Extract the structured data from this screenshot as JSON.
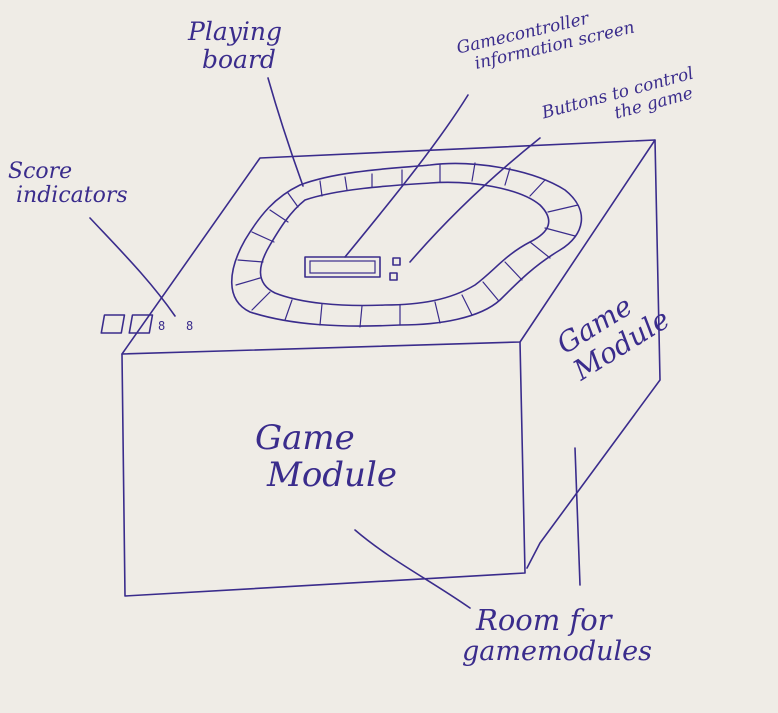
{
  "labels": {
    "playing_board_1": "Playing",
    "playing_board_2": "board",
    "gamecontroller_1": "Gamecontroller",
    "gamecontroller_2": "information screen",
    "buttons_1": "Buttons to control",
    "buttons_2": "the game",
    "score_1": "Score",
    "score_2": "indicators",
    "front_module_1": "Game",
    "front_module_2": "Module",
    "side_module_1": "Game",
    "side_module_2": "Module",
    "room_1": "Room for",
    "room_2": "gamemodules"
  },
  "colors": {
    "ink": "#3a2c8c",
    "paper": "#efece6"
  }
}
